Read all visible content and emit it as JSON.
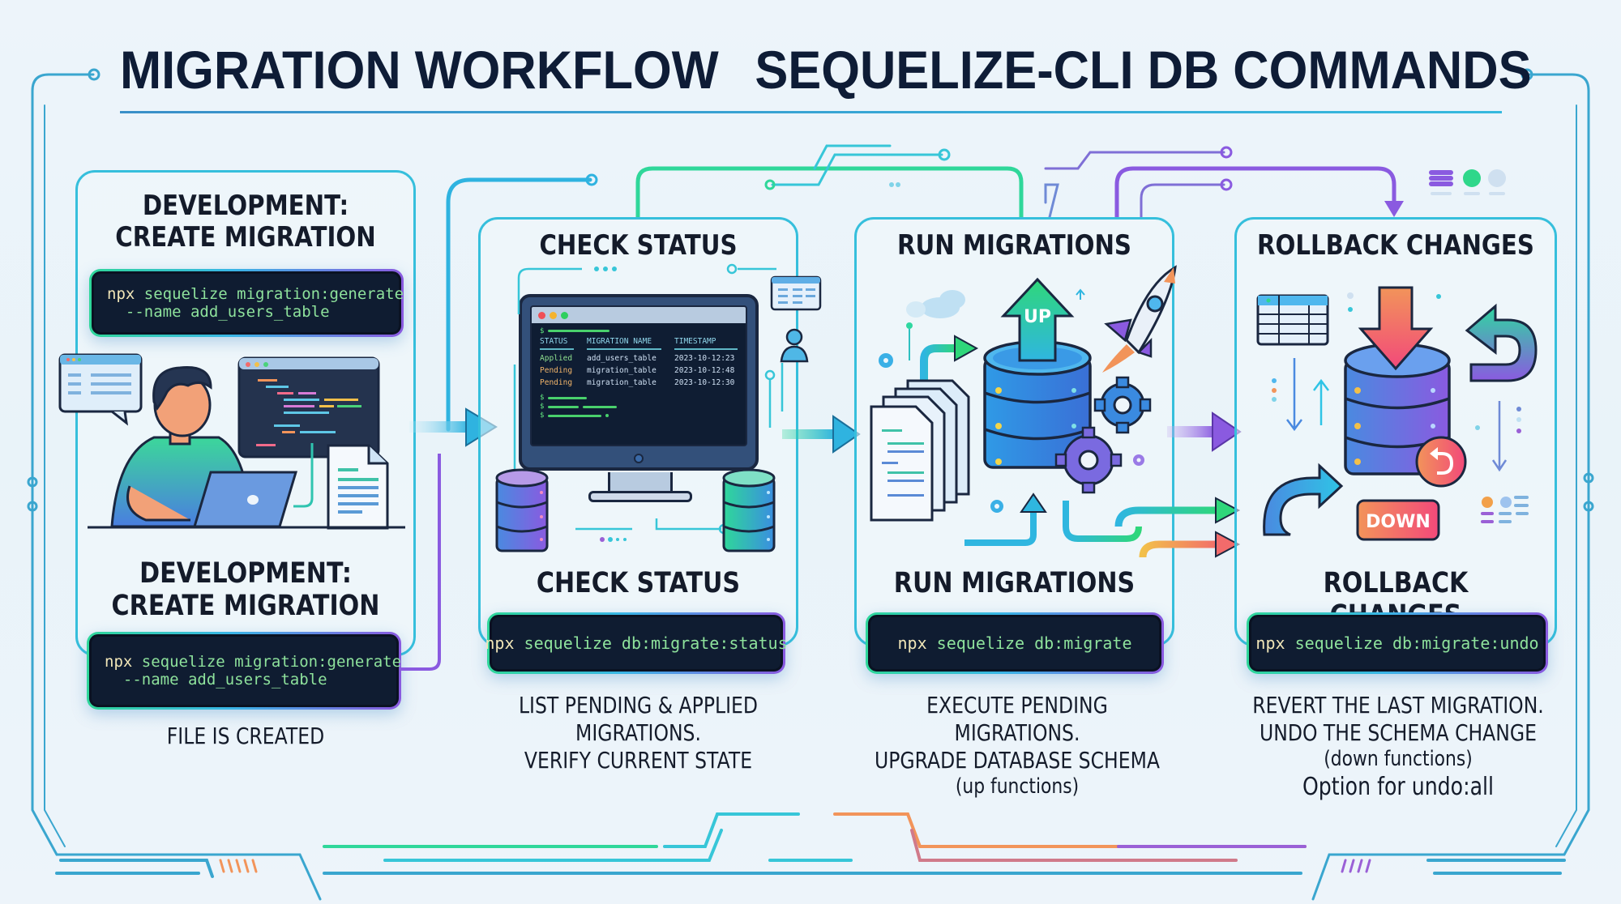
{
  "title": {
    "left": "MIGRATION WORKFLOW",
    "right": "SEQUELIZE-CLI DB COMMANDS"
  },
  "colors": {
    "navy": "#0e1c36",
    "cyan": "#36bfdc",
    "green": "#2fd79a",
    "purple": "#8a5ae0",
    "orange": "#f2945a",
    "terminal_bg": "#0f1c31",
    "command_text": "#8ee29c"
  },
  "steps": [
    {
      "id": "development",
      "panel_title": "DEVELOPMENT:\nCREATE MIGRATION",
      "panel_command": {
        "prefix": "npx",
        "line1": " sequelize migration:generate",
        "line2": "  --name add_users_table"
      },
      "section_title": "DEVELOPMENT:\nCREATE MIGRATION",
      "command": {
        "prefix": "npx",
        "line1": " sequelize migration:generate",
        "line2": "  --name add_users_table"
      },
      "description": [
        "FILE IS CREATED"
      ]
    },
    {
      "id": "check-status",
      "panel_title": "CHECK STATUS",
      "section_title": "CHECK STATUS",
      "command": {
        "prefix": "npx",
        "line1": " sequelize db:migrate:status"
      },
      "description": [
        "LIST PENDING & APPLIED",
        "MIGRATIONS.",
        "VERIFY CURRENT STATE"
      ],
      "terminal": {
        "headers": [
          "STATUS",
          "MIGRATION NAME",
          "TIMESTAMP"
        ],
        "rows": [
          {
            "status": "Applied",
            "name": "add_users_table",
            "timestamp": "2023-10-12:23"
          },
          {
            "status": "Pending",
            "name": "migration_table",
            "timestamp": "2023-10-12:48"
          },
          {
            "status": "Pending",
            "name": "migration_table",
            "timestamp": "2023-10-12:30"
          }
        ],
        "prompt": "$"
      }
    },
    {
      "id": "run-migrations",
      "panel_title": "RUN MIGRATIONS",
      "section_title": "RUN MIGRATIONS",
      "command": {
        "prefix": "npx",
        "line1": " sequelize db:migrate"
      },
      "description": [
        "EXECUTE PENDING MIGRATIONS.",
        "UPGRADE DATABASE SCHEMA",
        "(up functions)"
      ],
      "badge": "UP"
    },
    {
      "id": "rollback",
      "panel_title": "ROLLBACK CHANGES",
      "section_title": "ROLLBACK CHANGES",
      "command": {
        "prefix": "npx",
        "line1": " sequelize db:migrate:undo"
      },
      "description": [
        "REVERT THE LAST MIGRATION.",
        "UNDO THE SCHEMA CHANGE",
        "(down functions)",
        "Option for undo:all"
      ],
      "badge": "DOWN"
    }
  ]
}
